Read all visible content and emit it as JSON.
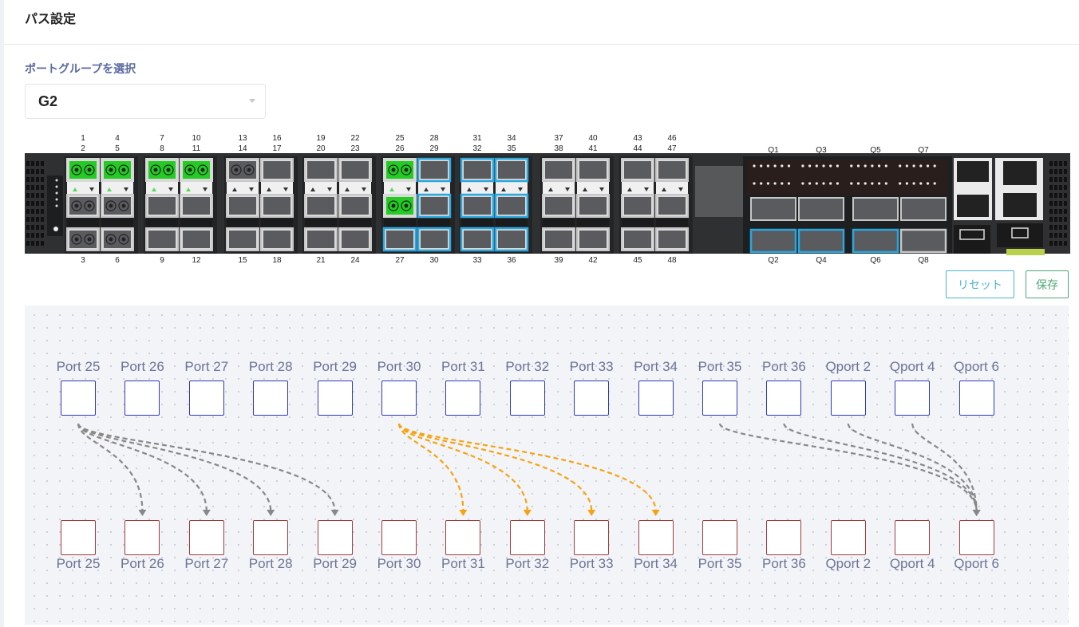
{
  "page": {
    "title": "パス設定"
  },
  "port_group": {
    "label": "ポートグループを選択",
    "selected": "G2"
  },
  "device": {
    "top_numbers": [
      [
        "1",
        "2"
      ],
      [
        "4",
        "5"
      ],
      [
        "7",
        "8"
      ],
      [
        "10",
        "11"
      ],
      [
        "13",
        "14"
      ],
      [
        "16",
        "17"
      ],
      [
        "19",
        "20"
      ],
      [
        "22",
        "23"
      ],
      [
        "25",
        "26"
      ],
      [
        "28",
        "29"
      ],
      [
        "31",
        "32"
      ],
      [
        "34",
        "35"
      ],
      [
        "37",
        "38"
      ],
      [
        "40",
        "41"
      ],
      [
        "43",
        "44"
      ],
      [
        "46",
        "47"
      ]
    ],
    "bottom_numbers": [
      "3",
      "6",
      "9",
      "12",
      "15",
      "18",
      "21",
      "24",
      "27",
      "30",
      "33",
      "36",
      "39",
      "42",
      "45",
      "48"
    ],
    "qsfp_top": [
      "Q1",
      "Q3",
      "Q5",
      "Q7"
    ],
    "qsfp_bottom": [
      "Q2",
      "Q4",
      "Q6",
      "Q8"
    ]
  },
  "buttons": {
    "reset": "リセット",
    "save": "保存"
  },
  "path_editor": {
    "ports": [
      "Port 25",
      "Port 26",
      "Port 27",
      "Port 28",
      "Port 29",
      "Port 30",
      "Port 31",
      "Port 32",
      "Port 33",
      "Port 34",
      "Port 35",
      "Port 36",
      "Qport 2",
      "Qport 4",
      "Qport 6"
    ],
    "connections": [
      {
        "from": "Port 25",
        "to": "Port 26",
        "color": "#888888"
      },
      {
        "from": "Port 25",
        "to": "Port 27",
        "color": "#888888"
      },
      {
        "from": "Port 25",
        "to": "Port 28",
        "color": "#888888"
      },
      {
        "from": "Port 25",
        "to": "Port 29",
        "color": "#888888"
      },
      {
        "from": "Port 30",
        "to": "Port 31",
        "color": "#f5a312"
      },
      {
        "from": "Port 30",
        "to": "Port 32",
        "color": "#f5a312"
      },
      {
        "from": "Port 30",
        "to": "Port 33",
        "color": "#f5a312"
      },
      {
        "from": "Port 30",
        "to": "Port 34",
        "color": "#f5a312"
      },
      {
        "from": "Port 35",
        "to": "Qport 6",
        "color": "#888888"
      },
      {
        "from": "Port 36",
        "to": "Qport 6",
        "color": "#888888"
      },
      {
        "from": "Qport 2",
        "to": "Qport 6",
        "color": "#888888"
      },
      {
        "from": "Qport 4",
        "to": "Qport 6",
        "color": "#888888"
      }
    ]
  },
  "colors": {
    "active_port": "#22cc22",
    "selected_port": "#29a8e0",
    "source_border": "#2c3ab5",
    "target_border": "#a13a3a"
  }
}
